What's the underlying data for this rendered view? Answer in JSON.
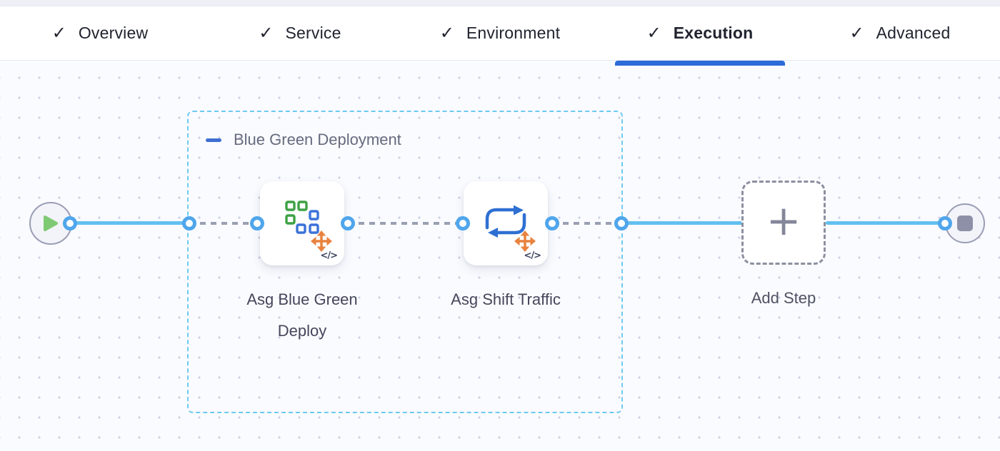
{
  "header": {
    "tabs": [
      {
        "label": "Overview",
        "completed": true,
        "active": false
      },
      {
        "label": "Service",
        "completed": true,
        "active": false
      },
      {
        "label": "Environment",
        "completed": true,
        "active": false
      },
      {
        "label": "Execution",
        "completed": true,
        "active": true
      },
      {
        "label": "Advanced",
        "completed": true,
        "active": false
      }
    ]
  },
  "icons": {
    "check": "✓",
    "plus": "+",
    "code_badge": "</>"
  },
  "pipeline": {
    "group": {
      "label": "Blue Green Deployment"
    },
    "steps": [
      {
        "label": "Asg Blue Green Deploy",
        "icon": "asg-blue-green-deploy-icon"
      },
      {
        "label": "Asg Shift Traffic",
        "icon": "asg-shift-traffic-icon"
      }
    ],
    "add_step": {
      "label": "Add Step"
    },
    "start_node": {
      "icon": "play-icon"
    },
    "end_node": {
      "icon": "stop-icon"
    }
  },
  "colors": {
    "accent_blue": "#2c6bd9",
    "connector_solid": "#63bff0",
    "connector_dashed": "#9aa0b2",
    "group_border": "#6ccaf0",
    "port_ring": "#4fa6ec",
    "icon_green": "#3da144",
    "icon_blue": "#3b72d8",
    "icon_orange": "#e8823e",
    "minus_blue": "#3f6fd1"
  }
}
